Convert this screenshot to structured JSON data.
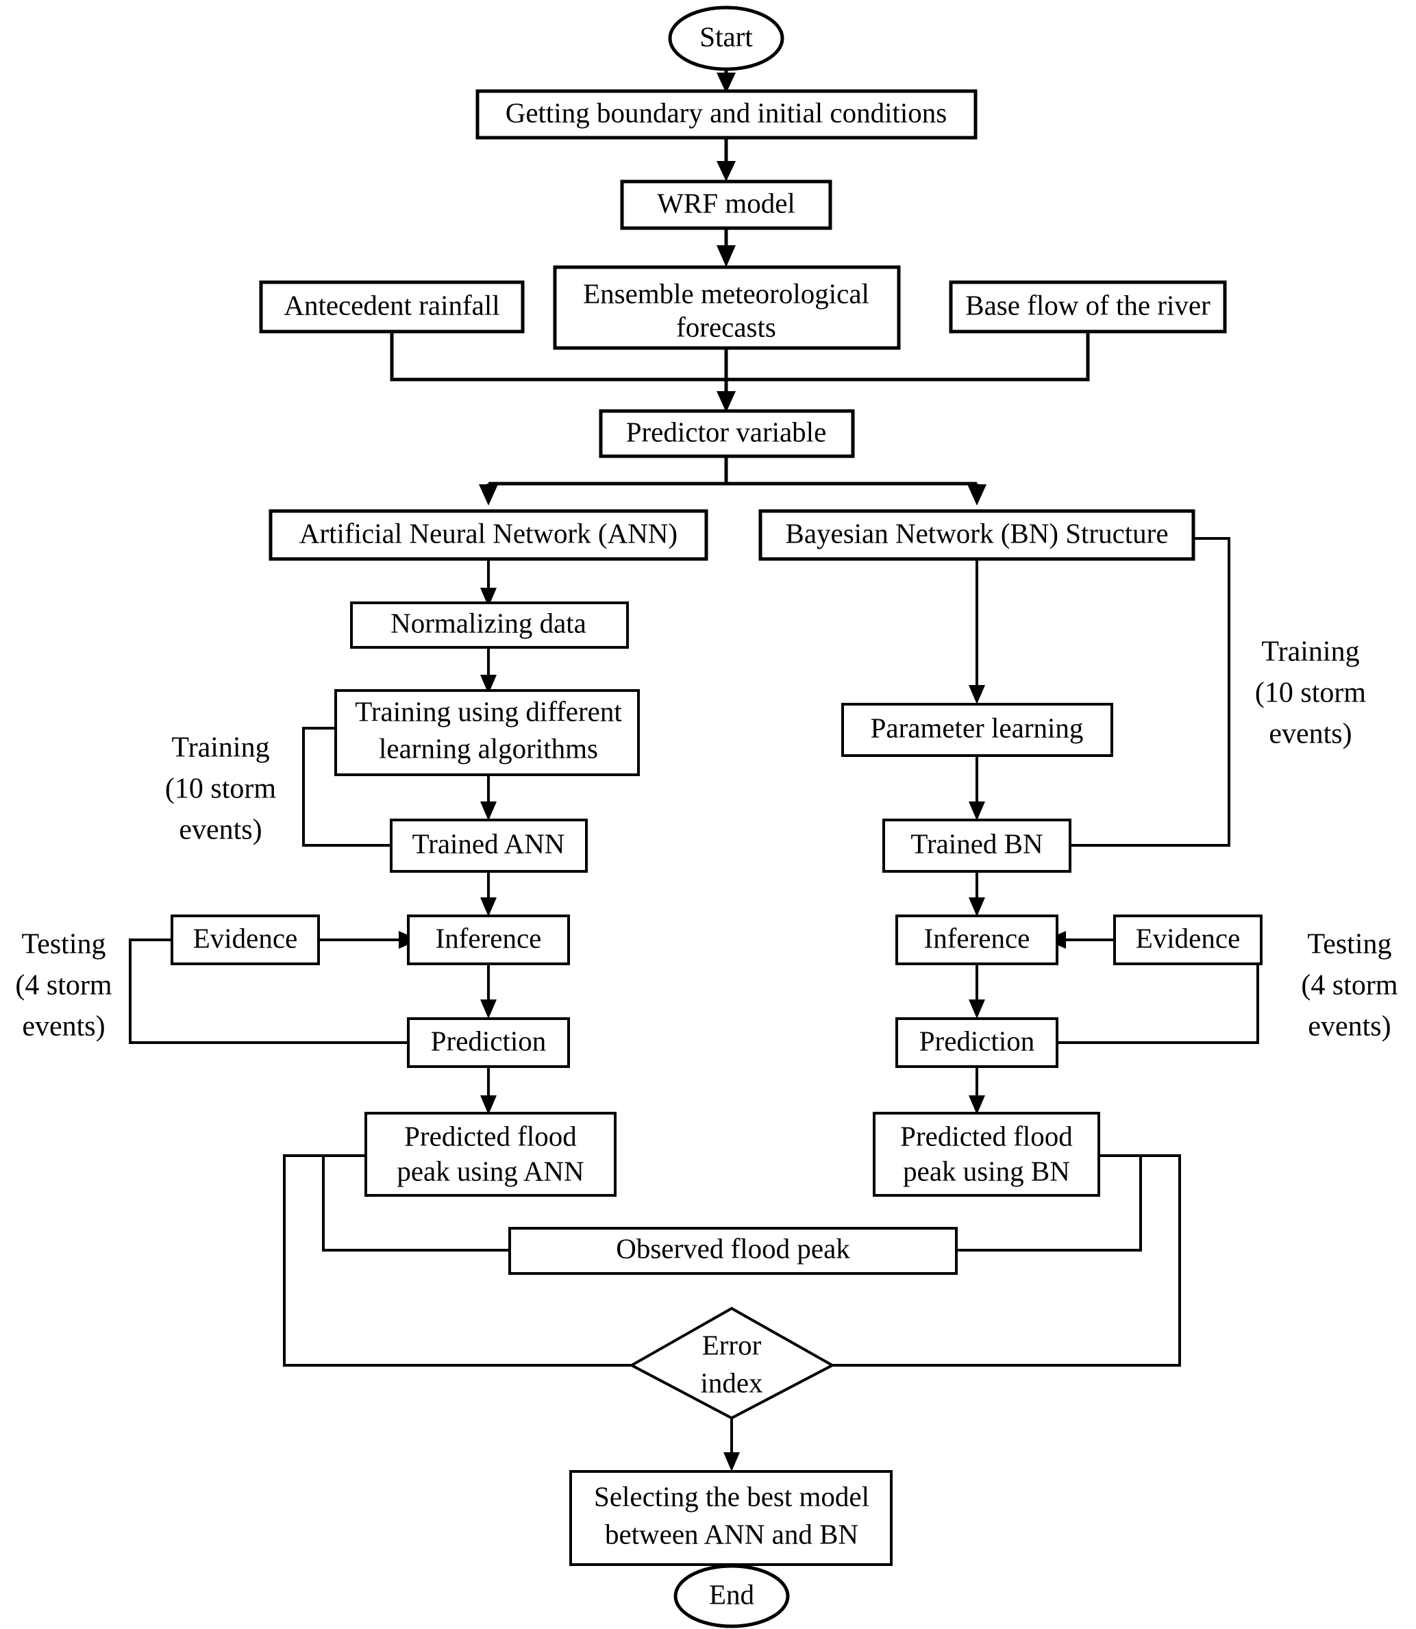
{
  "diagram": {
    "title": "Flood forecasting methodology flowchart",
    "type": "flowchart",
    "background_color": "#ffffff",
    "line_color": "#000000",
    "text_color": "#000000"
  },
  "nodes": {
    "start": {
      "label": "Start",
      "shape": "ellipse"
    },
    "boundary": {
      "label": "Getting boundary and initial conditions",
      "shape": "rect"
    },
    "wrf": {
      "label": "WRF model",
      "shape": "rect"
    },
    "antecedent": {
      "label": "Antecedent rainfall",
      "shape": "rect"
    },
    "ensemble_line1": {
      "label": "Ensemble meteorological",
      "shape": "rect"
    },
    "ensemble_line2": {
      "label": "forecasts"
    },
    "baseflow": {
      "label": "Base flow of the river",
      "shape": "rect"
    },
    "predictor": {
      "label": "Predictor variable",
      "shape": "rect"
    },
    "ann": {
      "label": "Artificial Neural Network (ANN)",
      "shape": "rect"
    },
    "bn": {
      "label": "Bayesian Network (BN) Structure",
      "shape": "rect"
    },
    "normalizing": {
      "label": "Normalizing data",
      "shape": "rect"
    },
    "training_alg_line1": {
      "label": "Training using different",
      "shape": "rect"
    },
    "training_alg_line2": {
      "label": "learning algorithms"
    },
    "trained_ann": {
      "label": "Trained ANN",
      "shape": "rect"
    },
    "param_learning": {
      "label": "Parameter learning",
      "shape": "rect"
    },
    "trained_bn": {
      "label": "Trained BN",
      "shape": "rect"
    },
    "evidence_left": {
      "label": "Evidence",
      "shape": "rect"
    },
    "inference_left": {
      "label": "Inference",
      "shape": "rect"
    },
    "prediction_left": {
      "label": "Prediction",
      "shape": "rect"
    },
    "evidence_right": {
      "label": "Evidence",
      "shape": "rect"
    },
    "inference_right": {
      "label": "Inference",
      "shape": "rect"
    },
    "prediction_right": {
      "label": "Prediction",
      "shape": "rect"
    },
    "pred_ann_line1": {
      "label": "Predicted flood",
      "shape": "rect"
    },
    "pred_ann_line2": {
      "label": "peak using ANN"
    },
    "pred_bn_line1": {
      "label": "Predicted flood",
      "shape": "rect"
    },
    "pred_bn_line2": {
      "label": "peak using BN"
    },
    "observed": {
      "label": "Observed flood peak",
      "shape": "rect"
    },
    "error_index_line1": {
      "label": "Error",
      "shape": "diamond"
    },
    "error_index_line2": {
      "label": "index"
    },
    "selecting_line1": {
      "label": "Selecting the best model",
      "shape": "rect"
    },
    "selecting_line2": {
      "label": "between ANN and BN"
    },
    "end": {
      "label": "End",
      "shape": "ellipse"
    }
  },
  "annotations": {
    "training_left_line1": {
      "label": "Training"
    },
    "training_left_line2": {
      "label": "(10 storm"
    },
    "training_left_line3": {
      "label": "events)"
    },
    "training_right_line1": {
      "label": "Training"
    },
    "training_right_line2": {
      "label": "(10 storm"
    },
    "training_right_line3": {
      "label": "events)"
    },
    "testing_left_line1": {
      "label": "Testing"
    },
    "testing_left_line2": {
      "label": "(4 storm"
    },
    "testing_left_line3": {
      "label": "events)"
    },
    "testing_right_line1": {
      "label": "Testing"
    },
    "testing_right_line2": {
      "label": "(4 storm"
    },
    "testing_right_line3": {
      "label": "events)"
    }
  }
}
